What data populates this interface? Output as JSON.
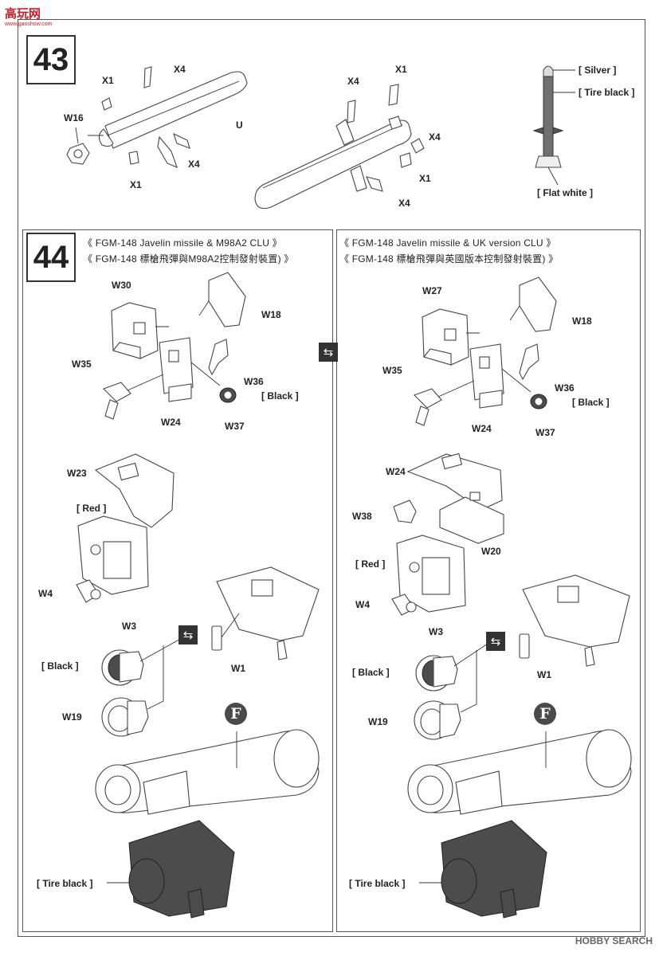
{
  "watermark_top": {
    "text": "高玩网",
    "url": "www.gaoshow.com"
  },
  "watermark_bottom": "HOBBY SEARCH",
  "step43": {
    "number": "43",
    "parts": {
      "x1_a": "X1",
      "x4_a": "X4",
      "w16": "W16",
      "u": "U",
      "x4_b": "X4",
      "x1_b": "X1",
      "x4_c": "X4",
      "x1_c": "X1",
      "x4_d": "X4",
      "x1_d": "X1",
      "x4_e": "X4"
    },
    "colors": {
      "silver": "[ Silver ]",
      "tire_black": "[ Tire black ]",
      "flat_white": "[ Flat white ]"
    }
  },
  "step44": {
    "number": "44",
    "left": {
      "title_en": "《  FGM-148  Javelin  missile  &  M98A2  CLU  》",
      "title_zh": "《  FGM-148  標槍飛彈與M98A2控制發射裝置)  》",
      "parts": {
        "w30": "W30",
        "w18": "W18",
        "w35": "W35",
        "w36": "W36",
        "w24": "W24",
        "w37": "W37",
        "w23": "W23",
        "w4": "W4",
        "w3": "W3",
        "w1": "W1",
        "w19": "W19"
      },
      "colors": {
        "black1": "[ Black ]",
        "red": "[ Red ]",
        "black2": "[ Black ]",
        "tire_black": "[ Tire  black ]"
      },
      "marker": "F"
    },
    "right": {
      "title_en": "《  FGM-148  Javelin  missile  &  UK  version  CLU  》",
      "title_zh": "《  FGM-148  標槍飛彈與英國版本控制發射裝置)  》",
      "parts": {
        "w27": "W27",
        "w18": "W18",
        "w35": "W35",
        "w36": "W36",
        "w24a": "W24",
        "w37": "W37",
        "w24b": "W24",
        "w38": "W38",
        "w20": "W20",
        "w4": "W4",
        "w3": "W3",
        "w1": "W1",
        "w19": "W19"
      },
      "colors": {
        "black1": "[ Black ]",
        "red": "[ Red ]",
        "black2": "[ Black ]",
        "tire_black": "[ Tire  black ]"
      },
      "marker": "F"
    }
  }
}
